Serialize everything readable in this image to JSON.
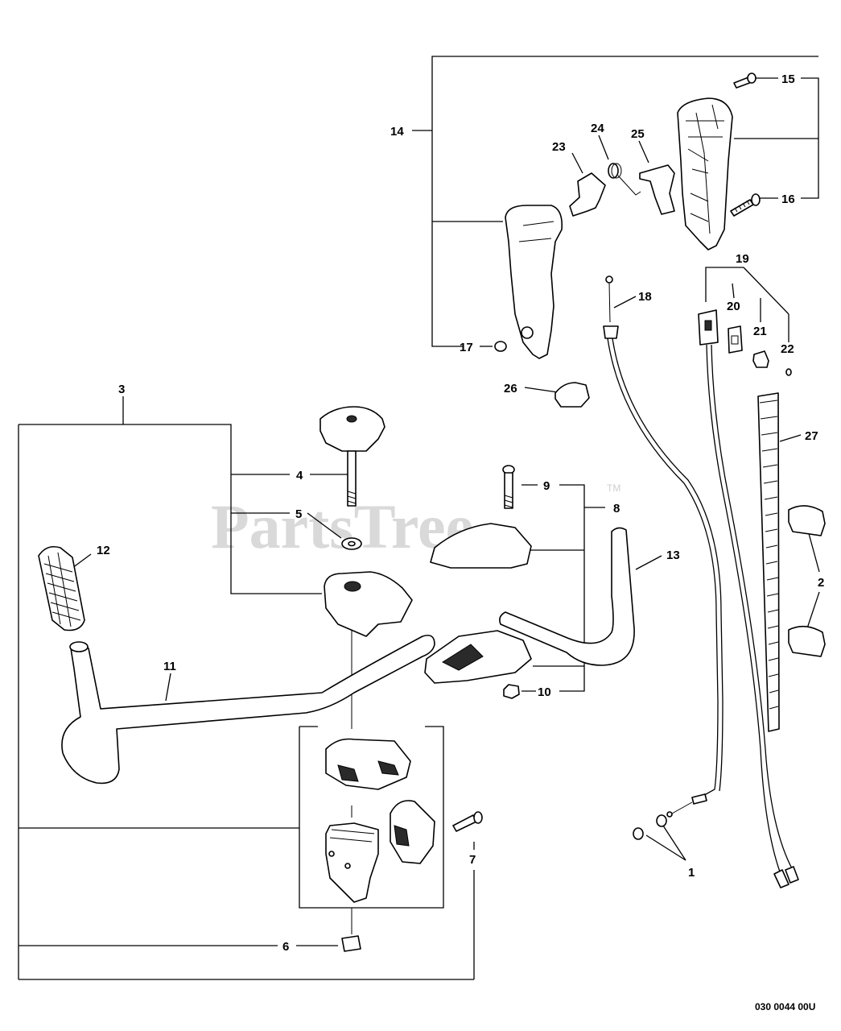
{
  "watermark": {
    "text": "PartsTree",
    "mark": "TM"
  },
  "diagram_code": "030 0044 00U",
  "callouts": {
    "c1": "1",
    "c2": "2",
    "c3": "3",
    "c4": "4",
    "c5": "5",
    "c6": "6",
    "c7": "7",
    "c8": "8",
    "c9": "9",
    "c10": "10",
    "c11": "11",
    "c12": "12",
    "c13": "13",
    "c14": "14",
    "c15": "15",
    "c16": "16",
    "c17": "17",
    "c18": "18",
    "c19": "19",
    "c20": "20",
    "c21": "21",
    "c22": "22",
    "c23": "23",
    "c24": "24",
    "c25": "25",
    "c26": "26",
    "c27": "27"
  }
}
